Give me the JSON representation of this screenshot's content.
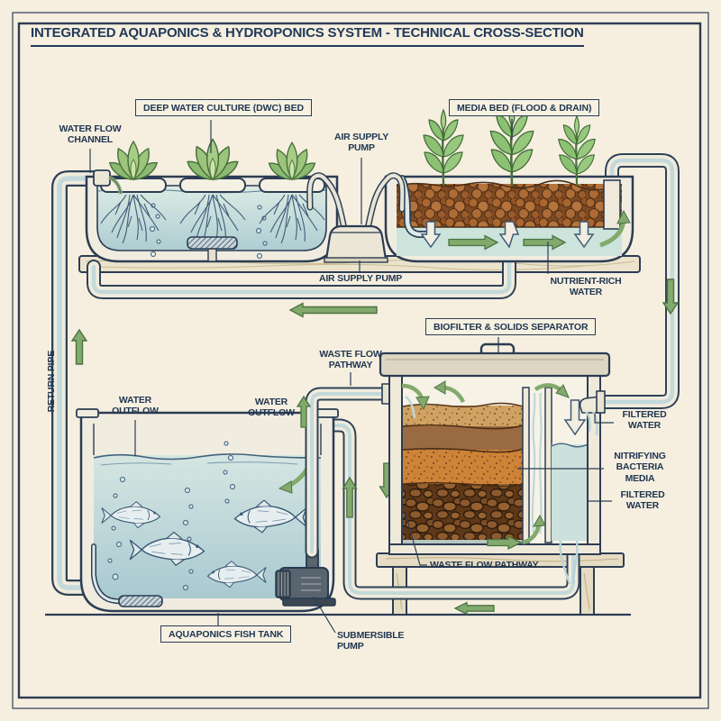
{
  "title": "INTEGRATED AQUAPONICS & HYDROPONICS SYSTEM - TECHNICAL CROSS-SECTION",
  "labels": {
    "water_flow_channel": "WATER FLOW\nCHANNEL",
    "dwc_bed": "DEEP WATER CULTURE (DWC) BED",
    "air_supply_pump_top": "AIR SUPPLY\nPUMP",
    "media_bed": "MEDIA BED (FLOOD & DRAIN)",
    "air_supply_pump_bottom": "AIR SUPPLY PUMP",
    "nutrient_rich_water": "NUTRIENT-RICH\nWATER",
    "return_pipe": "RETURN PIPE",
    "biofilter": "BIOFILTER & SOLIDS SEPARATOR",
    "waste_flow_pathway_top": "WASTE FLOW\nPATHWAY",
    "water_outflow_left": "WATER\nOUTFLOW",
    "water_outflow_right": "WATER\nOUTFLOW",
    "filtered_water_top": "FILTERED\nWATER",
    "nitrifying_bacteria_media": "NITRIFYING\nBACTERIA\nMEDIA",
    "filtered_water_bottom": "FILTERED\nWATER",
    "waste_flow_pathway_bottom": "WASTE FLOW PATHWAY",
    "fish_tank": "AQUAPONICS FISH TANK",
    "submersible_pump": "SUBMERSIBLE\nPUMP"
  },
  "colors": {
    "background": "#f6efdf",
    "ink": "#2c3d54",
    "label_text": "#1f3550",
    "arrow_green": "#82aa6d",
    "water_blue": "#c6dedd",
    "media_brown": "#a9662f"
  }
}
